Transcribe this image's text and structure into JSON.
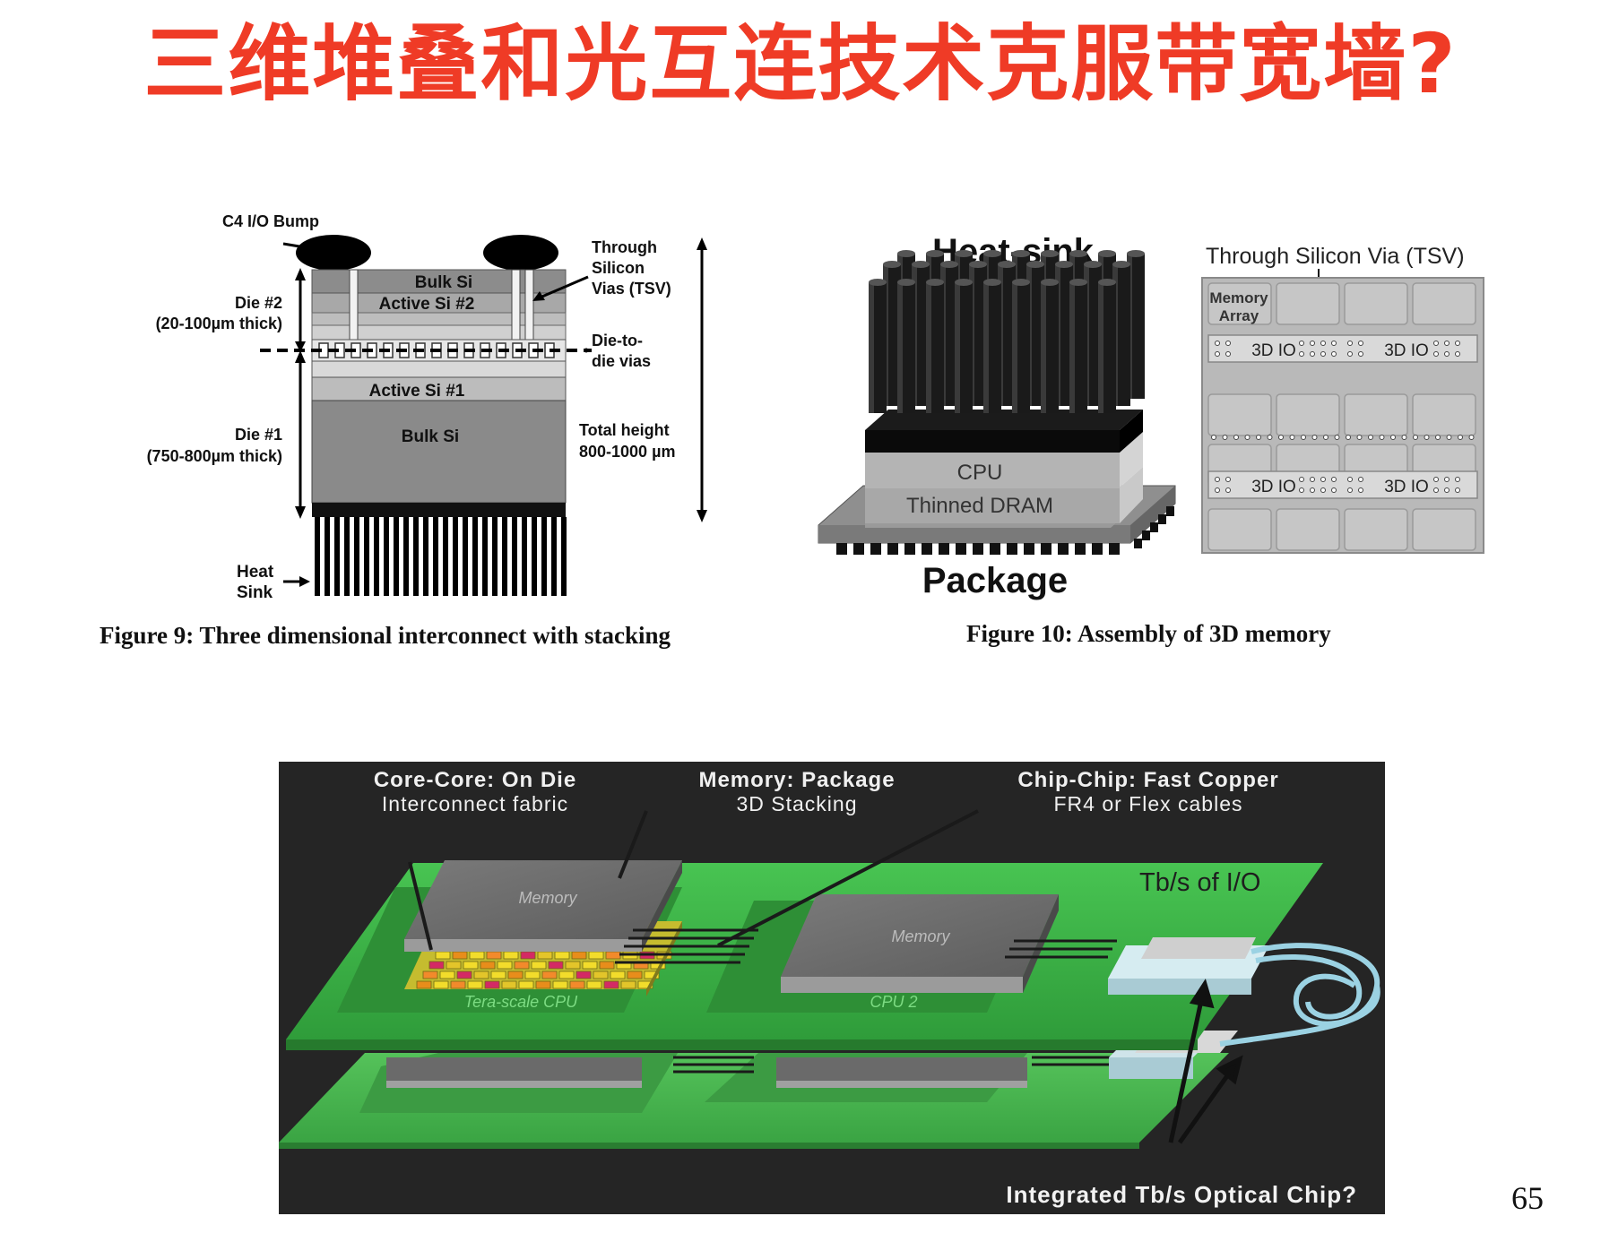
{
  "slide": {
    "title": "三维堆叠和光互连技术克服带宽墙?",
    "page_number": "65"
  },
  "fig9": {
    "caption": "Figure 9: Three dimensional interconnect with stacking",
    "c4_bump": "C4 I/O Bump",
    "die2_label": "Die #2",
    "die2_thickness": "(20-100µm thick)",
    "die1_label": "Die #1",
    "die1_thickness": "(750-800µm thick)",
    "bulk_si_top": "Bulk Si",
    "active_si_2": "Active Si #2",
    "active_si_1": "Active Si #1",
    "bulk_si_bottom": "Bulk Si",
    "tsv_line1": "Through",
    "tsv_line2": "Silicon",
    "tsv_line3": "Vias (TSV)",
    "d2d_line1": "Die-to-",
    "d2d_line2": "die vias",
    "total_line1": "Total height",
    "total_line2": "800-1000 µm",
    "heat_line1": "Heat",
    "heat_line2": "Sink"
  },
  "fig10": {
    "caption": "Figure 10: Assembly of 3D memory",
    "heat_sink": "Heat-sink",
    "cpu": "CPU",
    "thinned_dram": "Thinned DRAM",
    "package": "Package",
    "tsv_title": "Through Silicon Via (TSV)",
    "memory_array_line1": "Memory",
    "memory_array_line2": "Array",
    "io_label": "3D IO"
  },
  "fig_bottom": {
    "core_title": "Core-Core: On Die",
    "core_sub": "Interconnect fabric",
    "mem_title": "Memory: Package",
    "mem_sub": "3D Stacking",
    "chip_title": "Chip-Chip: Fast Copper",
    "chip_sub": "FR4 or Flex cables",
    "tbs_io": "Tb/s of I/O",
    "memory1": "Memory",
    "memory2": "Memory",
    "tera_cpu": "Tera-scale CPU",
    "cpu2": "CPU 2",
    "optical": "Integrated Tb/s Optical Chip?"
  },
  "colors": {
    "title": "#ef3b26",
    "board_green": "#3fb84a",
    "panel_bg": "#252525",
    "chip_gray": "#6d6d6d"
  }
}
